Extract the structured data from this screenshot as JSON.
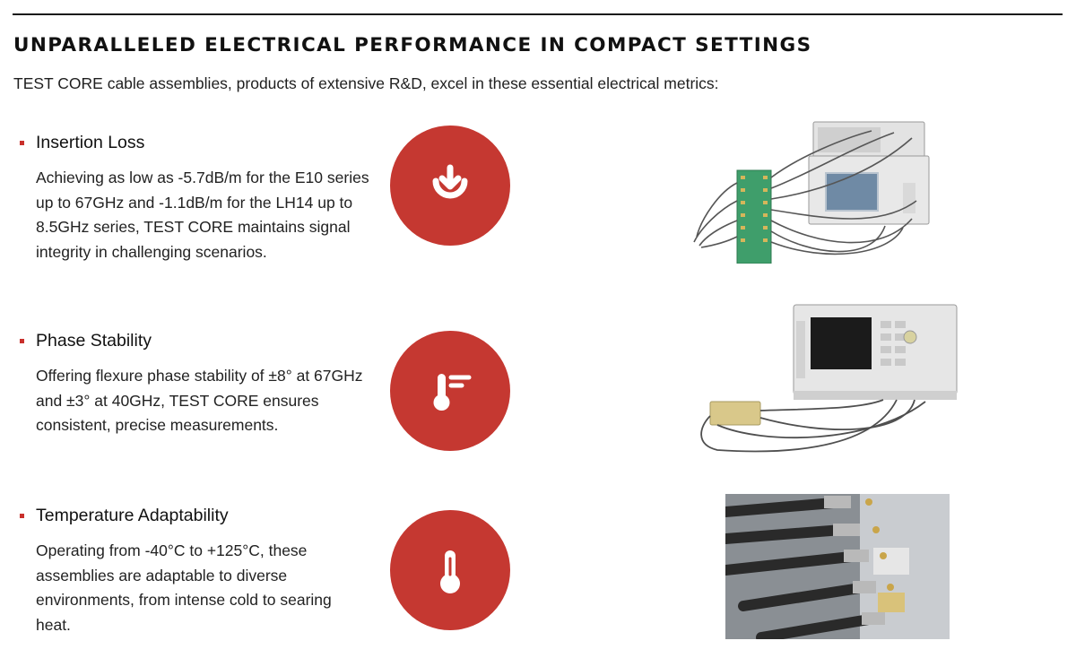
{
  "header": {
    "title": "UNPARALLELED ELECTRICAL PERFORMANCE IN COMPACT SETTINGS",
    "intro": "TEST CORE cable assemblies, products of extensive R&D, excel in these essential electrical metrics:"
  },
  "features": [
    {
      "title": "Insertion Loss",
      "description": "Achieving as low as -5.7dB/m for the E10 series up to 67GHz and -1.1dB/m for the LH14 up to 8.5GHz series, TEST CORE maintains signal integrity in challenging scenarios.",
      "icon": "download-arrow-icon"
    },
    {
      "title": "Phase Stability",
      "description": "Offering flexure phase stability of ±8° at 67GHz and ±3° at 40GHz, TEST CORE ensures consistent, precise measurements.",
      "icon": "thermometer-levels-icon"
    },
    {
      "title": "Temperature Adaptability",
      "description": "Operating from -40°C to +125°C, these assemblies are adaptable to diverse environments, from intense cold to searing heat.",
      "icon": "thermometer-icon"
    }
  ],
  "colors": {
    "accent": "#c53831",
    "bullet": "#c9302c",
    "text": "#1a1a1a"
  }
}
